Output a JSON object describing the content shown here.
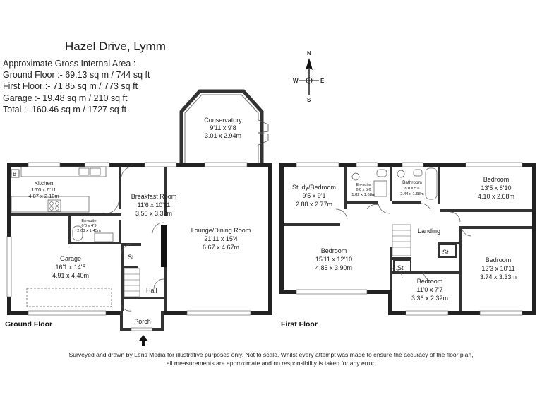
{
  "title": "Hazel Drive, Lymm",
  "areas": {
    "heading": "Approximate Gross Internal Area :-",
    "lines": [
      "Ground Floor :- 69.13 sq m / 744 sq ft",
      "First Floor :- 71.85 sq m / 773 sq ft",
      "Garage :- 19.48 sq m / 210 sq ft",
      "Total :- 160.46 sq m / 1727 sq ft"
    ]
  },
  "compass": {
    "n": "N",
    "s": "S",
    "e": "E",
    "w": "W"
  },
  "ground_floor": {
    "label": "Ground Floor",
    "rooms": {
      "conservatory": {
        "name": "Conservatory",
        "imperial": "9'11 x 9'8",
        "metric": "3.01 x 2.94m"
      },
      "kitchen": {
        "name": "Kitchen",
        "imperial": "16'0 x 6'11",
        "metric": "4.87 x 2.10m"
      },
      "breakfast": {
        "name": "Breakfast Room",
        "imperial": "11'6 x 10'11",
        "metric": "3.50 x 3.32m"
      },
      "lounge": {
        "name": "Lounge/Dining Room",
        "imperial": "21'11 x 15'4",
        "metric": "6.67 x 4.67m"
      },
      "ensuite": {
        "name": "En-suite",
        "imperial": "6'8 x 4'9",
        "metric": "2.03 x 1.45m"
      },
      "garage": {
        "name": "Garage",
        "imperial": "16'1 x 14'5",
        "metric": "4.91 x 4.40m"
      },
      "store": {
        "name": "St"
      },
      "hall": {
        "name": "Hall"
      },
      "porch": {
        "name": "Porch"
      },
      "boiler": {
        "name": "B"
      }
    }
  },
  "first_floor": {
    "label": "First Floor",
    "rooms": {
      "study": {
        "name": "Study/Bedroom",
        "imperial": "9'5 x 9'1",
        "metric": "2.88 x 2.77m"
      },
      "ensuite": {
        "name": "En-suite",
        "imperial": "6'0 x 5'6",
        "metric": "1.82 x 1.68m"
      },
      "bathroom": {
        "name": "Bathroom",
        "imperial": "8'0 x 5'6",
        "metric": "2.44 x 1.68m"
      },
      "bedroom_ne": {
        "name": "Bedroom",
        "imperial": "13'5 x 8'10",
        "metric": "4.10 x 2.68m"
      },
      "landing": {
        "name": "Landing"
      },
      "bedroom_sw": {
        "name": "Bedroom",
        "imperial": "15'11 x 12'10",
        "metric": "4.85 x 3.90m"
      },
      "bedroom_s": {
        "name": "Bedroom",
        "imperial": "11'0 x 7'7",
        "metric": "3.36 x 2.32m"
      },
      "bedroom_se": {
        "name": "Bedroom",
        "imperial": "12'3 x 10'11",
        "metric": "3.74 x 3.33m"
      },
      "store1": {
        "name": "St"
      },
      "store2": {
        "name": "St"
      }
    }
  },
  "footer": {
    "line1": "Surveyed and drawn by Lens Media for illustrative purposes only. Not to scale. Whilst every attempt was made to ensure the accuracy of the floor plan,",
    "line2": "all measurements are approximate and no responsibility is taken for any error."
  }
}
